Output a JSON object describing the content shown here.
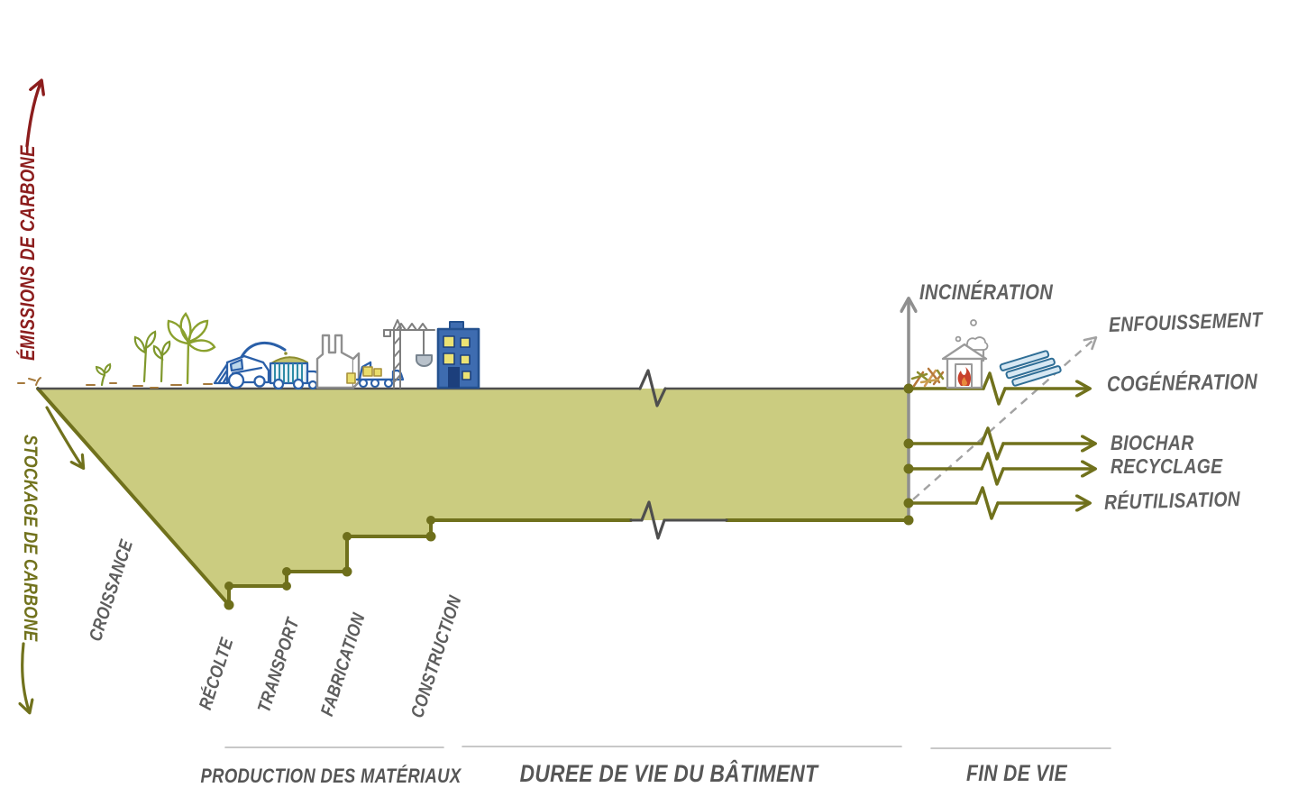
{
  "y_axis": {
    "up_label": "ÉMISSIONS DE CARBONE",
    "down_label": "STOCKAGE DE CARBONE"
  },
  "phases": [
    "CROISSANCE",
    "RÉCOLTE",
    "TRANSPORT",
    "FABRICATION",
    "CONSTRUCTION"
  ],
  "end_of_life": {
    "incineration_label": "INCINÉRATION",
    "landfill_label": "ENFOUISSEMENT",
    "cogeneration_label": "COGÉNÉRATION",
    "biochar_label": "BIOCHAR",
    "recycling_label": "RECYCLAGE",
    "reuse_label": "RÉUTILISATION"
  },
  "stages": [
    "PRODUCTION DES MATÉRIAUX",
    "DUREE DE VIE DU BÂTIMENT",
    "FIN DE VIE"
  ],
  "icons": [
    "sprout-icon",
    "seedlings-icon",
    "plant-icon",
    "harvester-icon",
    "grain-truck-icon",
    "factory-icon",
    "crane-truck-icon",
    "tower-crane-icon",
    "building-icon",
    "wood-pile-icon",
    "incinerator-icon",
    "planks-icon",
    "timeline-break-icon",
    "up-arrow-icon",
    "down-arrow-icon",
    "dashed-arrow-icon"
  ],
  "colors": {
    "storage_fill": "#cbcc80",
    "olive_line": "#70711c",
    "emissions_red": "#8c1d1d",
    "label_gray": "#5d5d5d",
    "axis_gray": "#8f8f8f",
    "break_gray": "#4e4e4e",
    "icon_blue": "#2a5fa8",
    "icon_teal": "#2e8ca6",
    "icon_yellow": "#e9dd6d",
    "flame_red": "#c8402c"
  }
}
